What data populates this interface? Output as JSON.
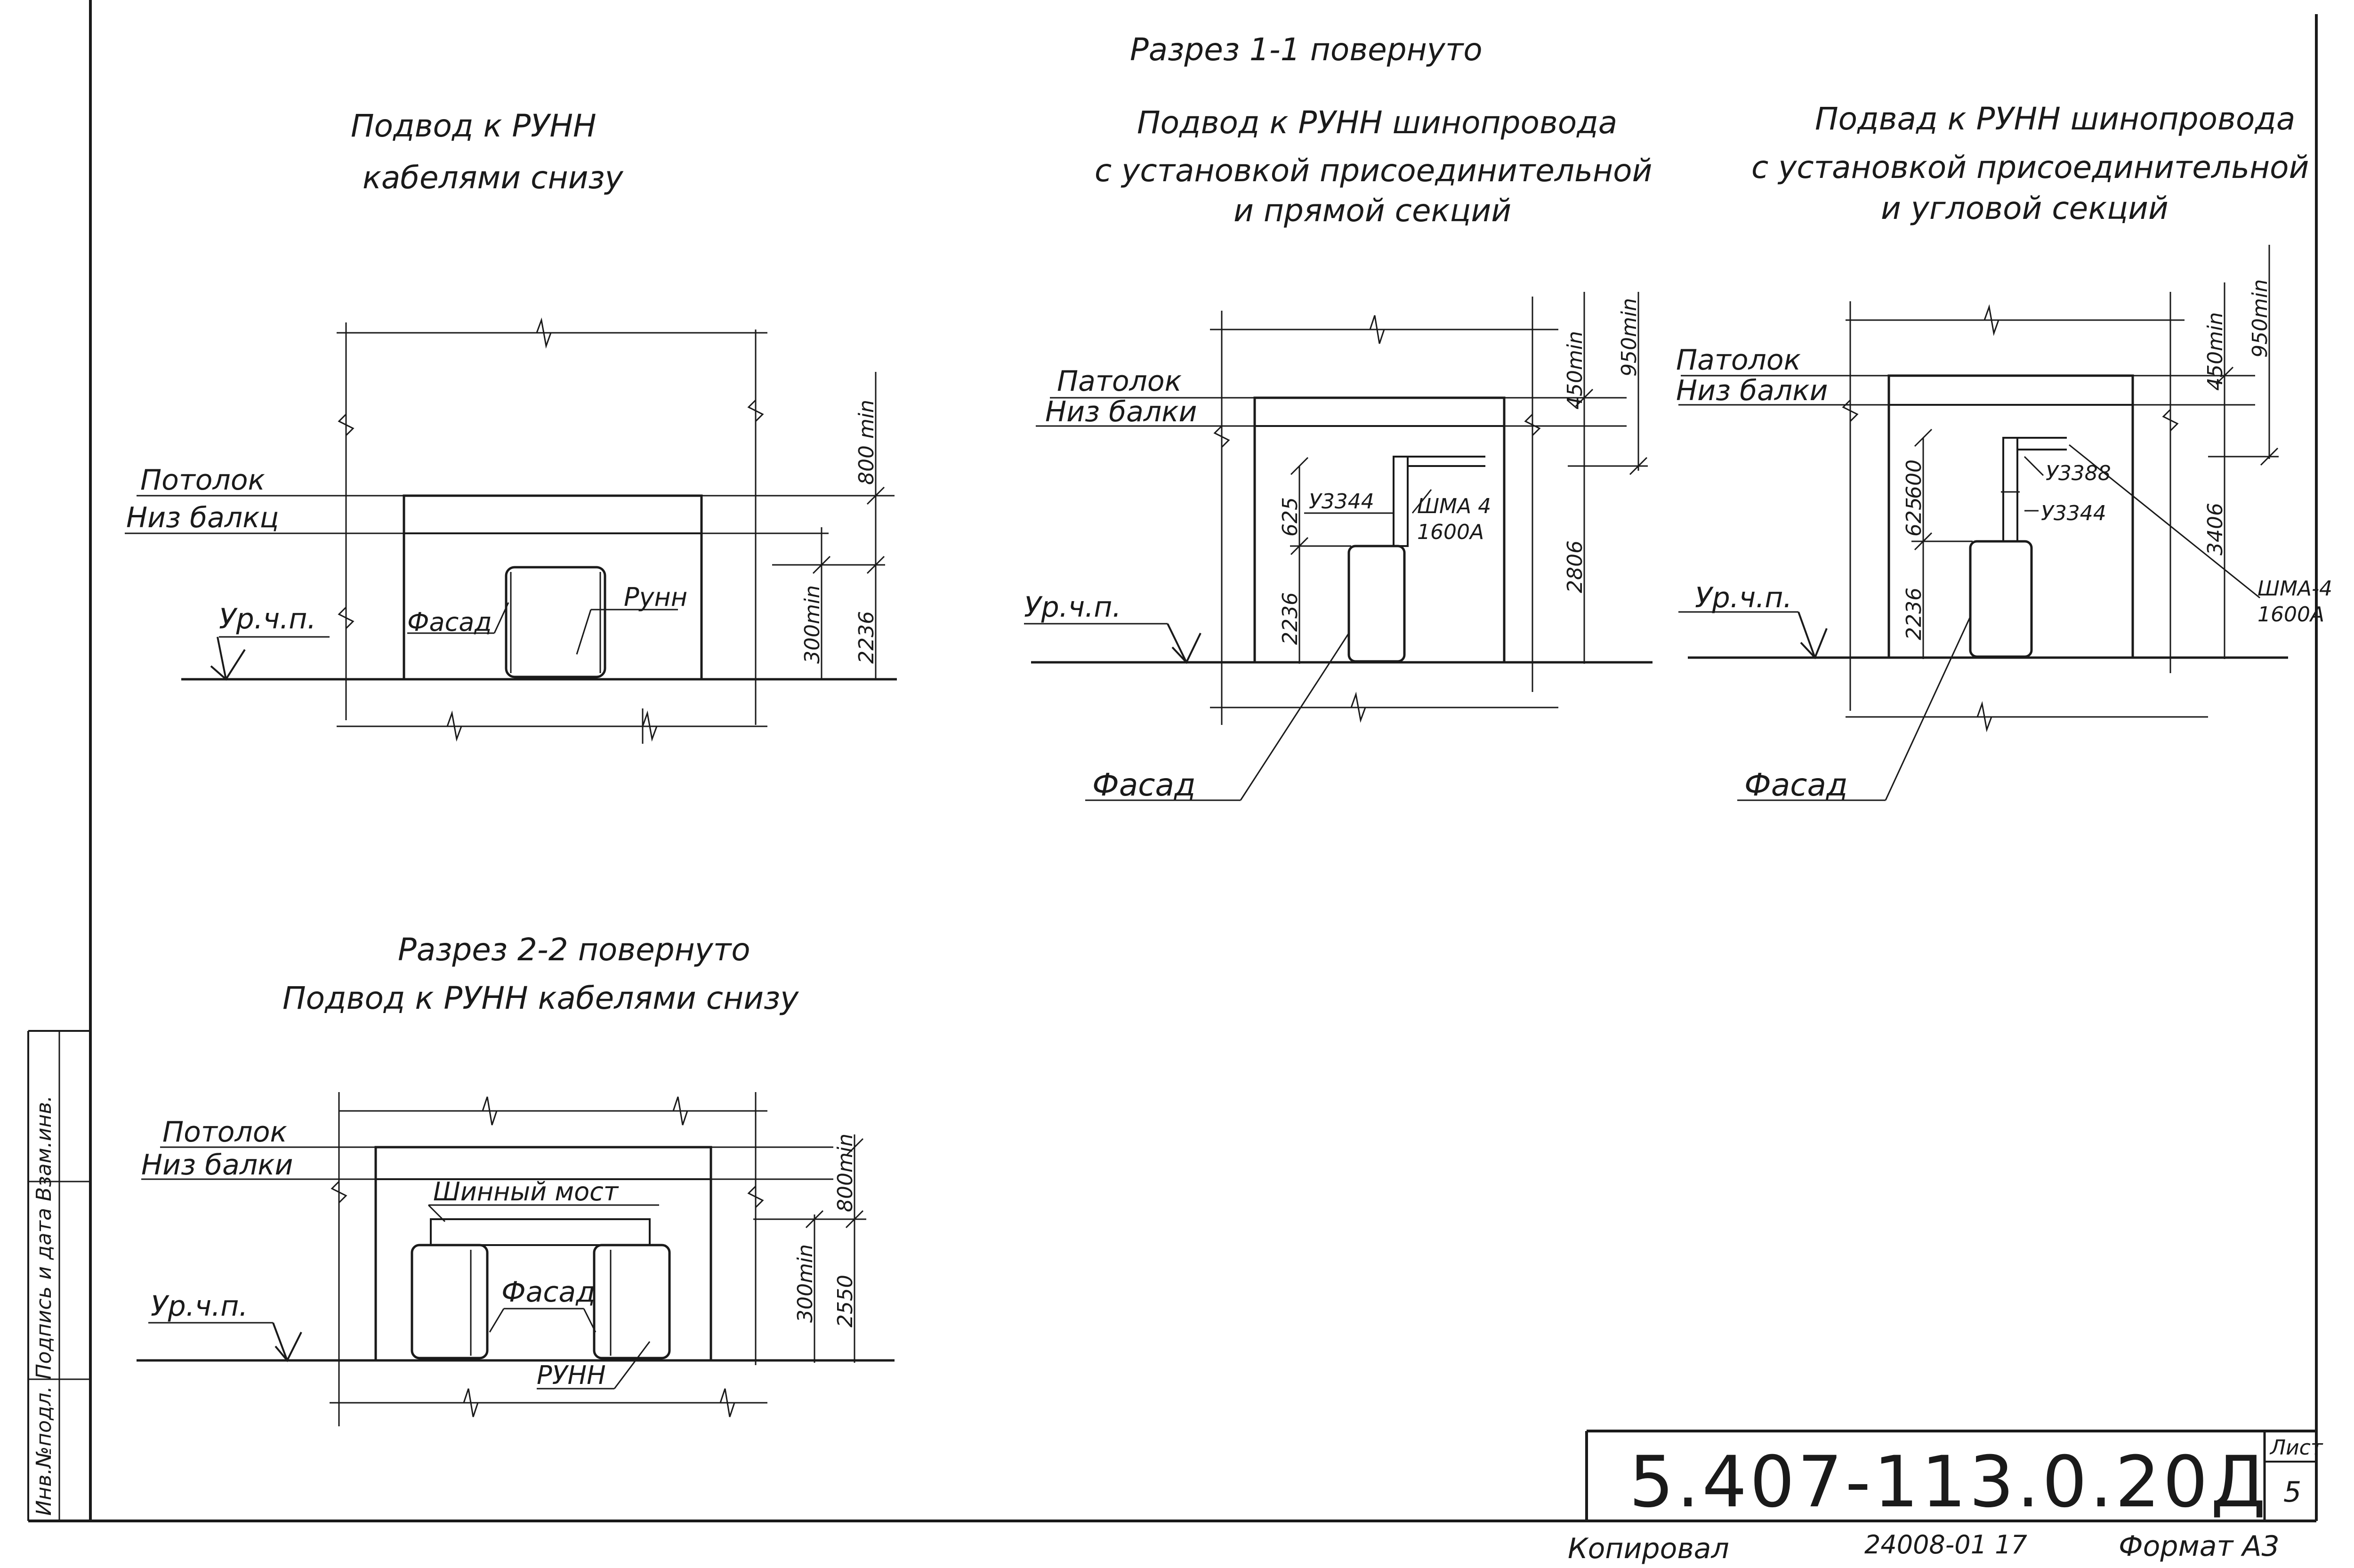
{
  "section_1_1": {
    "title": "Разрез 1-1 повернуто",
    "view_a": {
      "heading": [
        "Подвод к РУНН",
        "кабелями снизу"
      ],
      "ceiling": "Потолок",
      "beam_bottom": "Низ балкц",
      "floor": "Ур.ч.п.",
      "facade": "Фасад",
      "device": "Рунн",
      "dims": [
        "800 min",
        "2236",
        "300min"
      ]
    },
    "view_b": {
      "heading": [
        "Подвод к РУНН шинопровода",
        "с установкой присоединительной",
        "и прямой секций"
      ],
      "ceiling": "Патолок",
      "beam_bottom": "Низ балки",
      "floor": "Ур.ч.п.",
      "facade": "Фасад",
      "part": "У3344",
      "busbar": [
        "ШМА 4",
        "1600А"
      ],
      "dims": [
        "450min",
        "950min",
        "625",
        "2236",
        "2806"
      ]
    },
    "view_c": {
      "heading": [
        "Подвад к РУНН шинопровода",
        "с установкой присоединительной",
        "и угловой секций"
      ],
      "ceiling": "Патолок",
      "beam_bottom": "Низ балки",
      "floor": "Ур.ч.п.",
      "facade": "Фасад",
      "parts": [
        "У3388",
        "У3344"
      ],
      "busbar": [
        "ШМА-4",
        "1600А"
      ],
      "dims": [
        "450min",
        "950min",
        "625",
        "600",
        "2236",
        "3406"
      ]
    }
  },
  "section_2_2": {
    "title": "Разрез 2-2 повернуто",
    "subtitle": "Подвод к РУНН кабелями снизу",
    "ceiling": "Потолок",
    "beam_bottom": "Низ балки",
    "floor": "Ур.ч.п.",
    "bridge": "Шинный мост",
    "facade": "Фасад",
    "device": "РУНН",
    "dims": [
      "800min",
      "300min",
      "2550"
    ]
  },
  "side_stamp": "Инв.№подл. Подпись и дата Взам.инв.",
  "title_block": {
    "code": "5.407-113.0.20Д",
    "sheet_label": "Лист",
    "sheet_number": "5",
    "copied": "Копировал",
    "order": "24008-01 17",
    "format": "Формат А3"
  }
}
